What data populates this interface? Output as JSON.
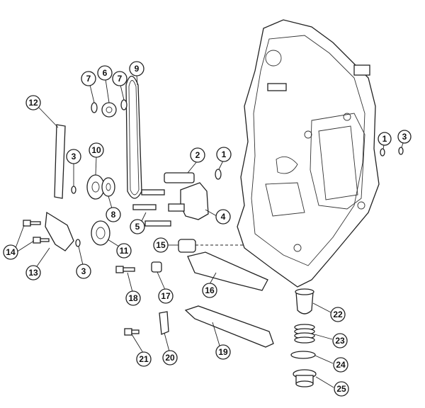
{
  "title": "Engine crankcase exploded parts diagram",
  "callouts": [
    {
      "id": "c12",
      "label": "12"
    },
    {
      "id": "c7a",
      "label": "7"
    },
    {
      "id": "c6",
      "label": "6"
    },
    {
      "id": "c7b",
      "label": "7"
    },
    {
      "id": "c9",
      "label": "9"
    },
    {
      "id": "c10",
      "label": "10"
    },
    {
      "id": "c3a",
      "label": "3"
    },
    {
      "id": "c8",
      "label": "8"
    },
    {
      "id": "c2",
      "label": "2"
    },
    {
      "id": "c1a",
      "label": "1"
    },
    {
      "id": "c5",
      "label": "5"
    },
    {
      "id": "c4",
      "label": "4"
    },
    {
      "id": "c14",
      "label": "14"
    },
    {
      "id": "c13",
      "label": "13"
    },
    {
      "id": "c11",
      "label": "11"
    },
    {
      "id": "c3b",
      "label": "3"
    },
    {
      "id": "c15",
      "label": "15"
    },
    {
      "id": "c18",
      "label": "18"
    },
    {
      "id": "c17",
      "label": "17"
    },
    {
      "id": "c16",
      "label": "16"
    },
    {
      "id": "c22",
      "label": "22"
    },
    {
      "id": "c23",
      "label": "23"
    },
    {
      "id": "c24",
      "label": "24"
    },
    {
      "id": "c25",
      "label": "25"
    },
    {
      "id": "c19",
      "label": "19"
    },
    {
      "id": "c20",
      "label": "20"
    },
    {
      "id": "c21",
      "label": "21"
    },
    {
      "id": "c1b",
      "label": "1"
    },
    {
      "id": "c3c",
      "label": "3"
    }
  ]
}
